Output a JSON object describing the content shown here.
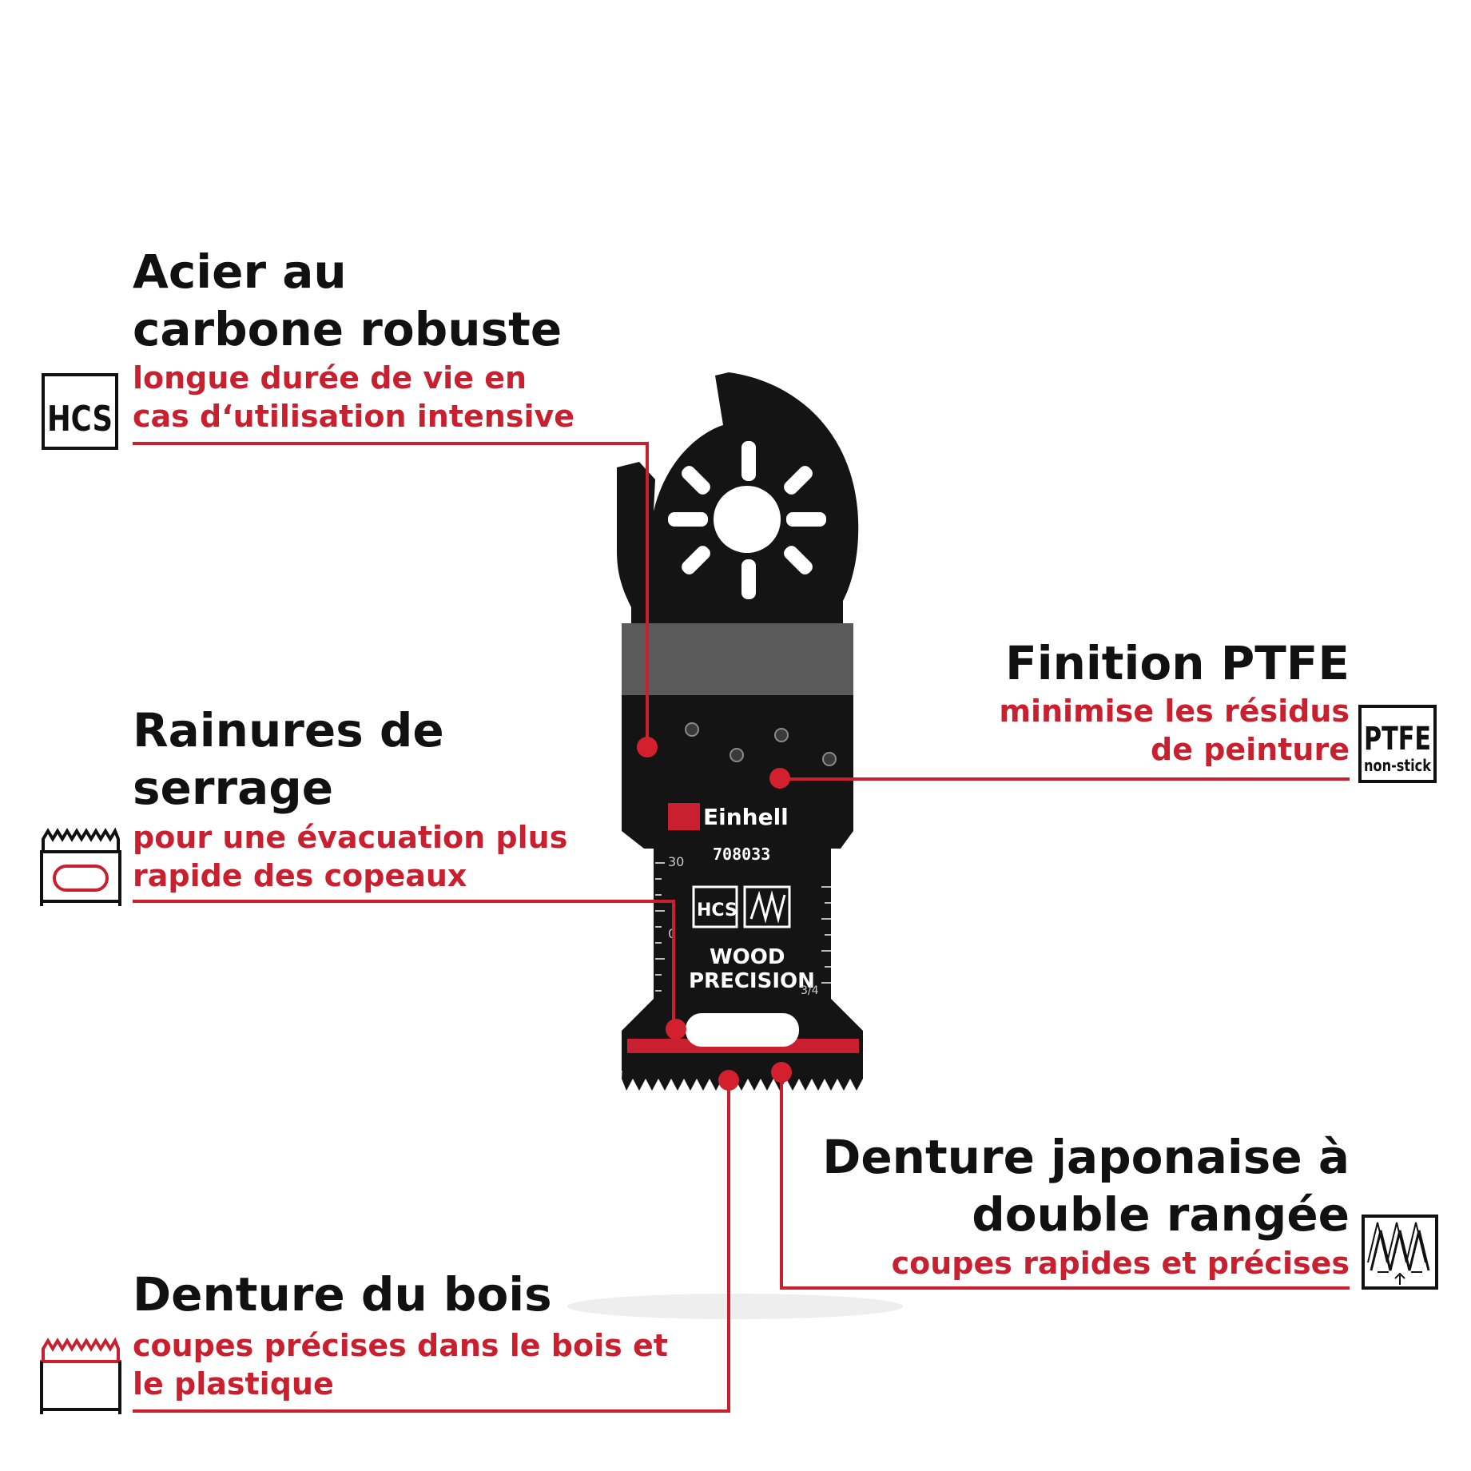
{
  "features": {
    "hcs": {
      "title_lines": [
        "Acier au",
        "carbone robuste"
      ],
      "desc_lines": [
        "longue durée de vie en",
        "cas d‘utilisation intensive"
      ],
      "icon": "hcs-icon",
      "icon_text": "HCS"
    },
    "grooves": {
      "title_lines": [
        "Rainures de",
        "serrage"
      ],
      "desc_lines": [
        "pour une évacuation plus",
        "rapide des copeaux"
      ],
      "icon": "clamping-grooves-icon"
    },
    "wood_teeth": {
      "title_lines": [
        "Denture du bois"
      ],
      "desc_lines": [
        "coupes précises dans le bois et",
        "le plastique"
      ],
      "icon": "wood-teeth-icon"
    },
    "ptfe": {
      "title_lines": [
        "Finition PTFE"
      ],
      "desc_lines": [
        "minimise les résidus",
        "de peinture"
      ],
      "icon": "ptfe-nonstick-icon",
      "icon_text": "PTFE",
      "icon_subtext": "non-stick"
    },
    "japanese": {
      "title_lines": [
        "Denture japonaise à",
        "double rangée"
      ],
      "desc_lines": [
        "coupes rapides et précises"
      ],
      "icon": "double-row-teeth-icon"
    }
  },
  "blade": {
    "brand": "Einhell",
    "model": "708033",
    "label_line1": "WOOD",
    "label_line2": "PRECISION",
    "scale_top": "30",
    "scale_mid": "0",
    "fraction": "3/4",
    "badge_text": "HCS"
  },
  "colors": {
    "accent_red": "#c8202f",
    "title_text": "#111111",
    "blade_black": "#141414"
  }
}
